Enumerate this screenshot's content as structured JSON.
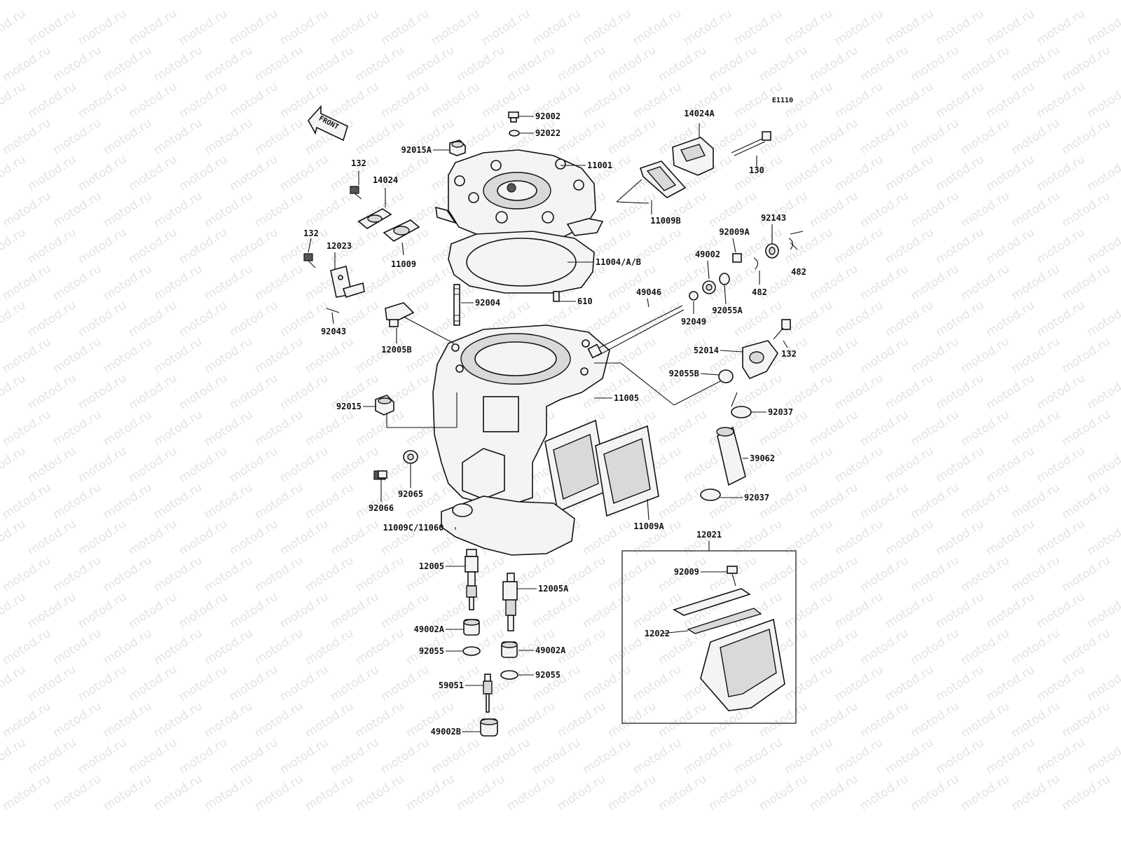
{
  "diagram_code": "E1110",
  "front_label": "FRONT",
  "watermark_text": "motod.ru",
  "labels": {
    "p92002": "92002",
    "p92022": "92022",
    "p92015A": "92015A",
    "p11001": "11001",
    "p14024A": "14024A",
    "p130": "130",
    "p132a": "132",
    "p14024": "14024",
    "p11009B": "11009B",
    "p11009": "11009",
    "p132b": "132",
    "p12023": "12023",
    "p92009A": "92009A",
    "p92143": "92143",
    "p49002": "49002",
    "p11004": "11004/A/B",
    "p482a": "482",
    "p482b": "482",
    "p92055A": "92055A",
    "p610": "610",
    "p49046": "49046",
    "p92004": "92004",
    "p92043": "92043",
    "p92049": "92049",
    "p132c": "132",
    "p12005B": "12005B",
    "p52014": "52014",
    "p92055B": "92055B",
    "p11005": "11005",
    "p92015": "92015",
    "p92037a": "92037",
    "p39062": "39062",
    "p92065": "92065",
    "p92066": "92066",
    "p92037b": "92037",
    "p11009A": "11009A",
    "p11009C": "11009C/11060",
    "p12021": "12021",
    "p12005": "12005",
    "p92009": "92009",
    "p12005A": "12005A",
    "p12022": "12022",
    "p49002A_1": "49002A",
    "p49002A_2": "49002A",
    "p92055_1": "92055",
    "p92055_2": "92055",
    "p59051": "59051",
    "p49002B": "49002B"
  }
}
